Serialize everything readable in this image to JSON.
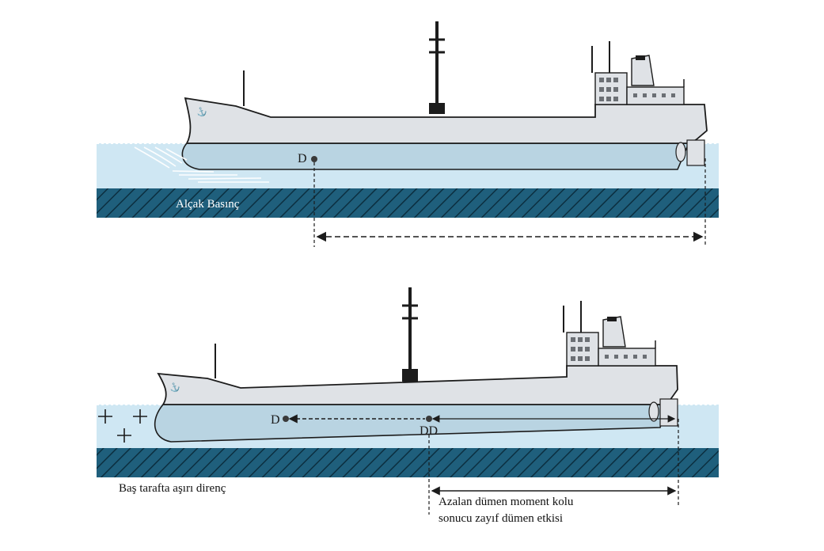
{
  "top": {
    "pivot_label": "D",
    "low_pressure_label": "Alçak Basınç"
  },
  "bottom": {
    "pivot_label_bow": "D",
    "pivot_label_mid": "DD",
    "excess_resistance_label": "Baş tarafta aşırı direnç",
    "moment_label_line1": "Azalan dümen moment kolu",
    "moment_label_line2": "sonucu zayıf dümen etkisi"
  },
  "colors": {
    "water": "#cfe7f3",
    "hull": "#dfe2e6",
    "seabed": "#1f5f7c",
    "outline": "#1c1c1c",
    "submerged": "#b9d4e2"
  }
}
